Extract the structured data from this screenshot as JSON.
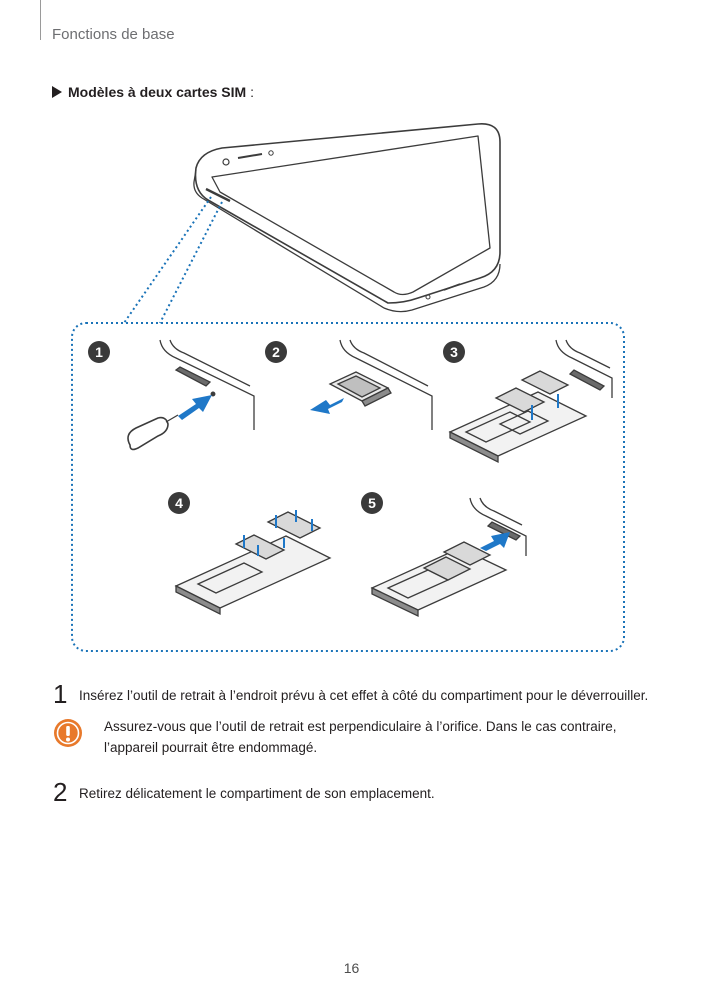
{
  "header": {
    "title": "Fonctions de base"
  },
  "section": {
    "title_bold": "Modèles à deux cartes SIM",
    "title_suffix": " :"
  },
  "illustration": {
    "markers": [
      "1",
      "2",
      "3",
      "4",
      "5"
    ],
    "colors": {
      "marker_fill": "#3a3a3a",
      "arrow": "#1f78c8",
      "dotted": "#1a73b8",
      "line": "#3c3c3c",
      "card": "#d9d9d9",
      "tray": "#8c8c8c"
    }
  },
  "steps": [
    {
      "number": "1",
      "text": "Insérez l’outil de retrait à l’endroit prévu à cet effet à côté du compartiment pour le déverrouiller."
    },
    {
      "number": "2",
      "text": "Retirez délicatement le compartiment de son emplacement."
    }
  ],
  "warning": {
    "icon": "warning-icon",
    "color": "#e8792b",
    "text": "Assurez-vous que l’outil de retrait est perpendiculaire à l’orifice. Dans le cas contraire, l’appareil pourrait être endommagé."
  },
  "page": {
    "number": "16"
  }
}
